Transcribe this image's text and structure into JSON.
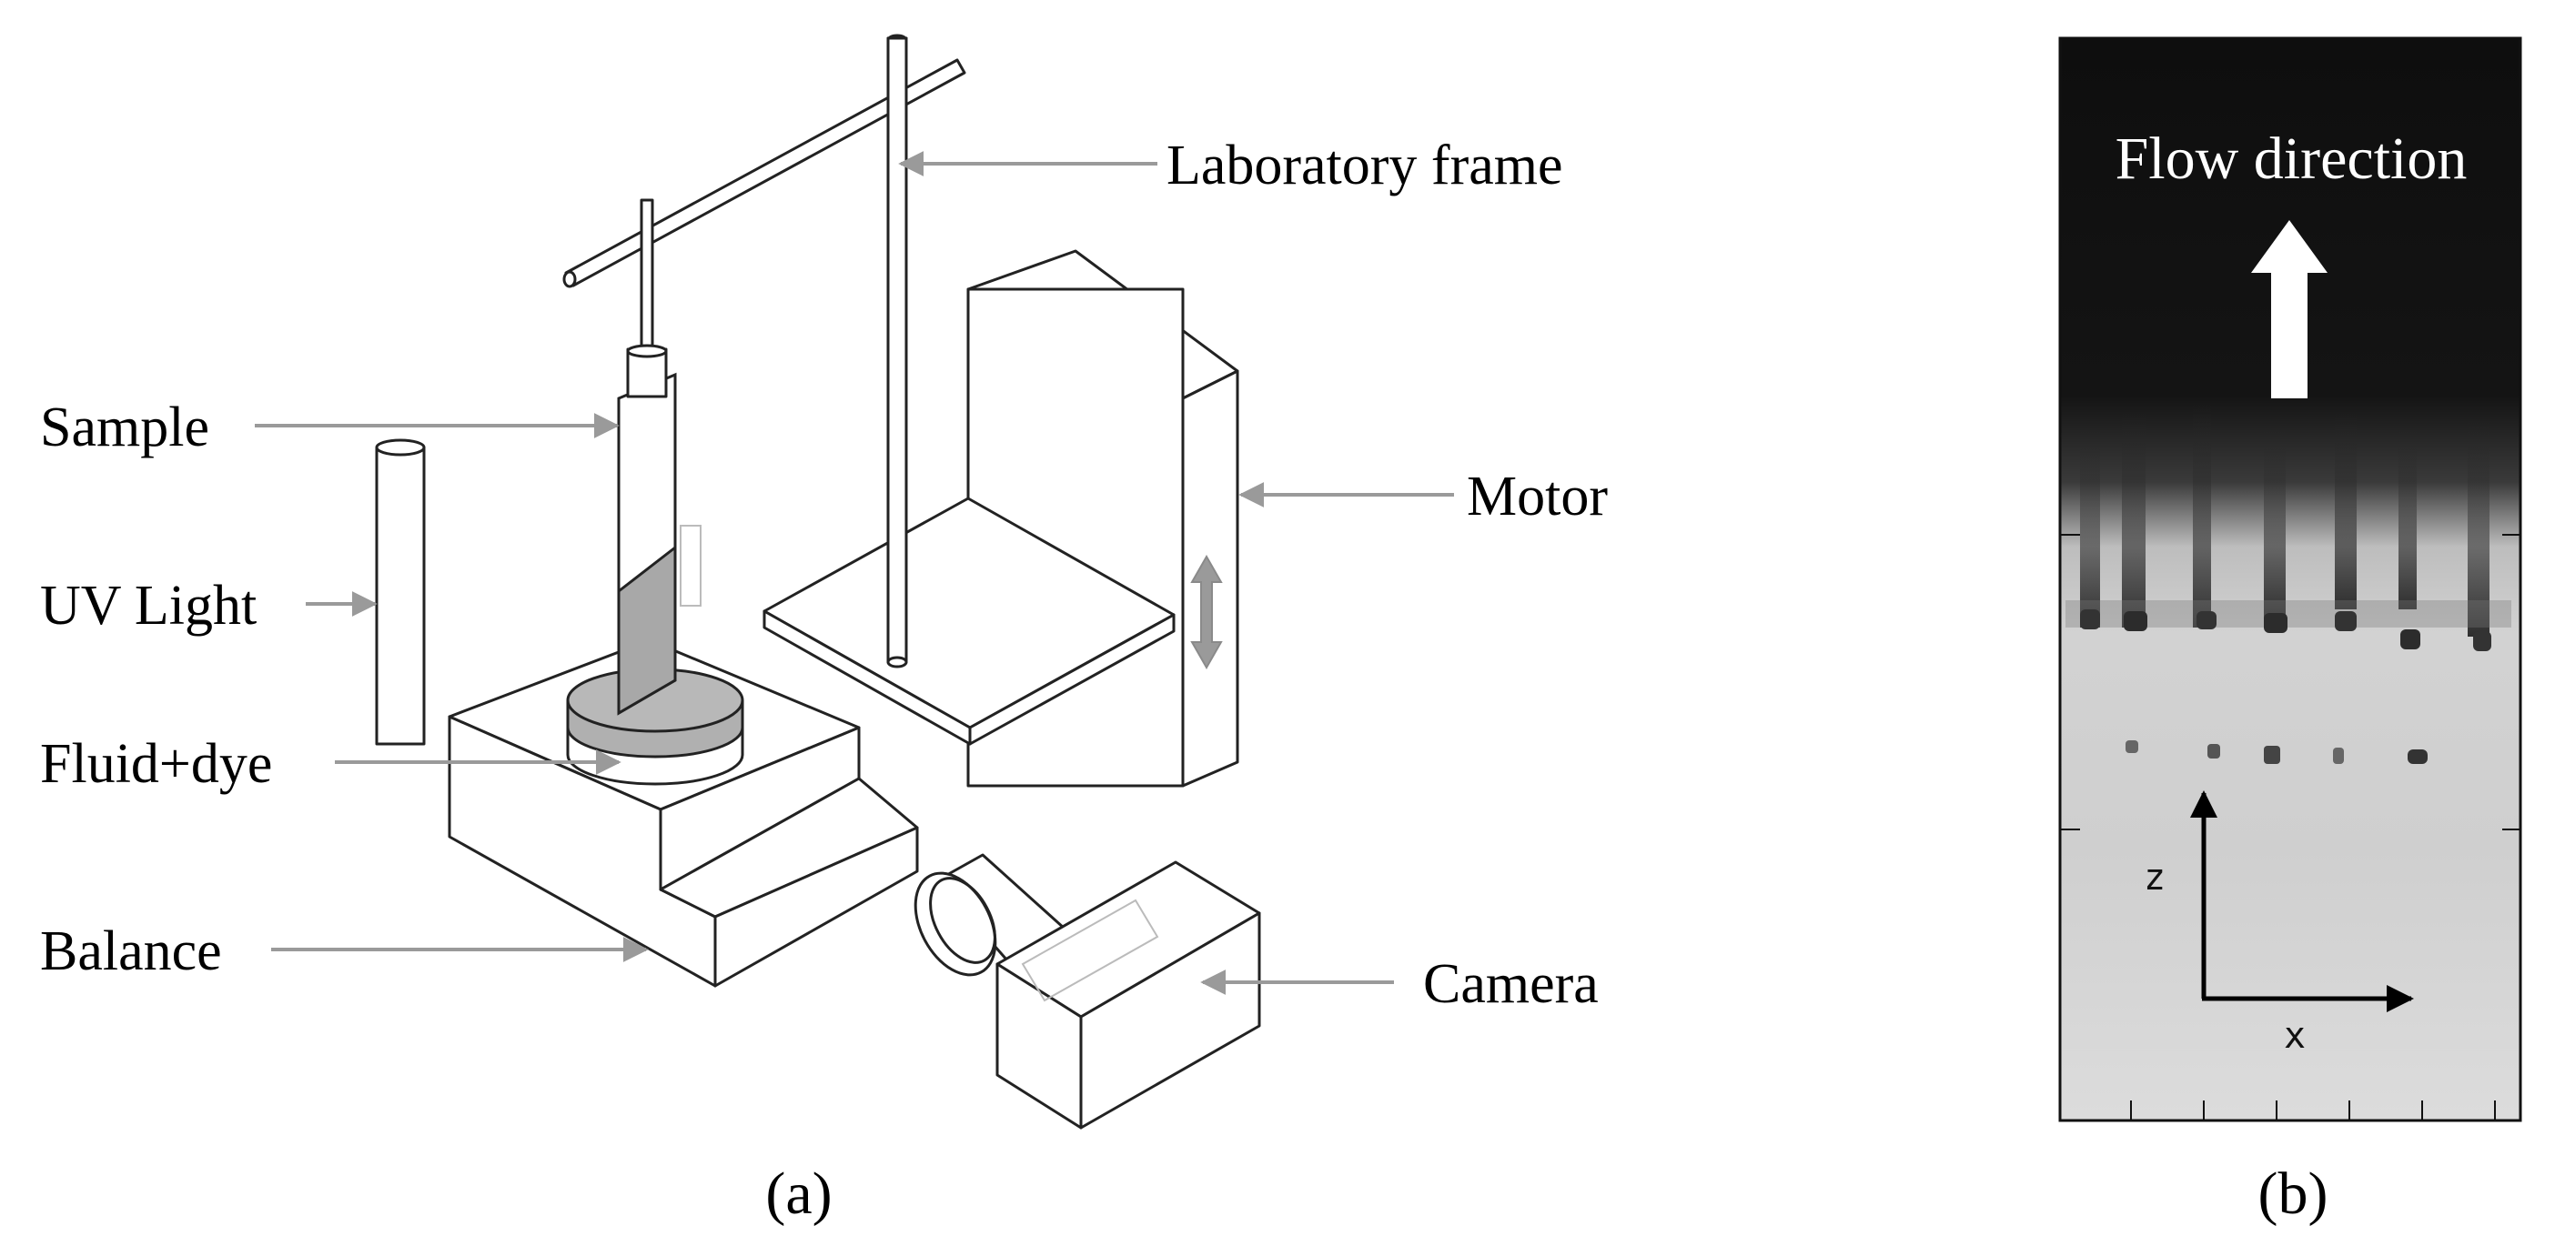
{
  "panel_a": {
    "labels": {
      "laboratory_frame": "Laboratory frame",
      "motor": "Motor",
      "sample": "Sample",
      "uv_light": "UV Light",
      "fluid_dye": "Fluid+dye",
      "balance": "Balance",
      "camera": "Camera"
    },
    "caption": "(a)"
  },
  "panel_b": {
    "flow_label": "Flow direction",
    "axis_z": "z",
    "axis_x": "x",
    "caption": "(b)"
  }
}
